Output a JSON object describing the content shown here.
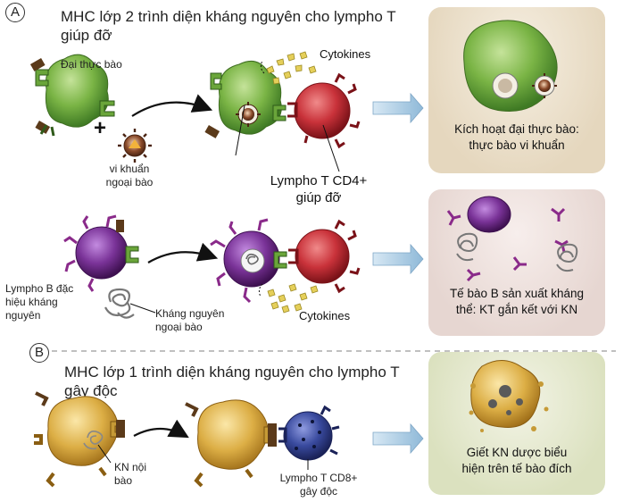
{
  "section_a": {
    "badge": "A",
    "title_line1": "MHC lớp 2 trình diện kháng nguyên cho lympho T",
    "title_line2": "giúp đỡ",
    "macrophage_label": "Đại thực bào",
    "plus": "+",
    "bacteria_label_line1": "vi khuẩn",
    "bacteria_label_line2": "ngoại bào",
    "cytokines_top": "Cytokines",
    "cd4_label_line1": "Lympho T CD4+",
    "cd4_label_line2": "giúp đỡ",
    "bcell_label_line1": "Lympho B đặc",
    "bcell_label_line2": "hiệu kháng",
    "bcell_label_line3": "nguyên",
    "antigen_label_line1": "Kháng nguyên",
    "antigen_label_line2": "ngoại bào",
    "cytokines_bottom": "Cytokines",
    "panel1_line1": "Kích hoạt đại thực bào:",
    "panel1_line2": "thực bào vi khuẩn",
    "panel2_line1": "Tế bào B sản xuất kháng",
    "panel2_line2": "thể: KT gắn kết với KN"
  },
  "section_b": {
    "badge": "B",
    "title_line1": "MHC lớp 1 trình diện kháng nguyên cho lympho T",
    "title_line2": "gây độc",
    "antigen_label_line1": "KN nội",
    "antigen_label_line2": "bào",
    "cd8_label_line1": "Lympho T CD8+",
    "cd8_label_line2": "gây độc",
    "panel3_line1": "Giết KN dược biểu",
    "panel3_line2": "hiện trên tế bào đích"
  },
  "colors": {
    "macrophage_green": "#6aa53a",
    "tcell_red": "#c0282f",
    "bcell_purple": "#6d2a8a",
    "target_gold": "#d9a93a",
    "cd8_blue": "#2f3a8f",
    "receptor_green": "#3f7a2a",
    "mhc_brown": "#5b3a1a",
    "arrow_blue": "#a9cbe3",
    "panel1_bg": "#e8dcc6",
    "panel2_bg": "#eadcd8",
    "panel3_bg": "#dfe4c8"
  },
  "icons": [
    "arrow-right-icon",
    "macrophage-cell-icon",
    "t-cell-icon",
    "b-cell-icon",
    "bacteria-icon",
    "antigen-coil-icon",
    "cytokine-icon"
  ]
}
